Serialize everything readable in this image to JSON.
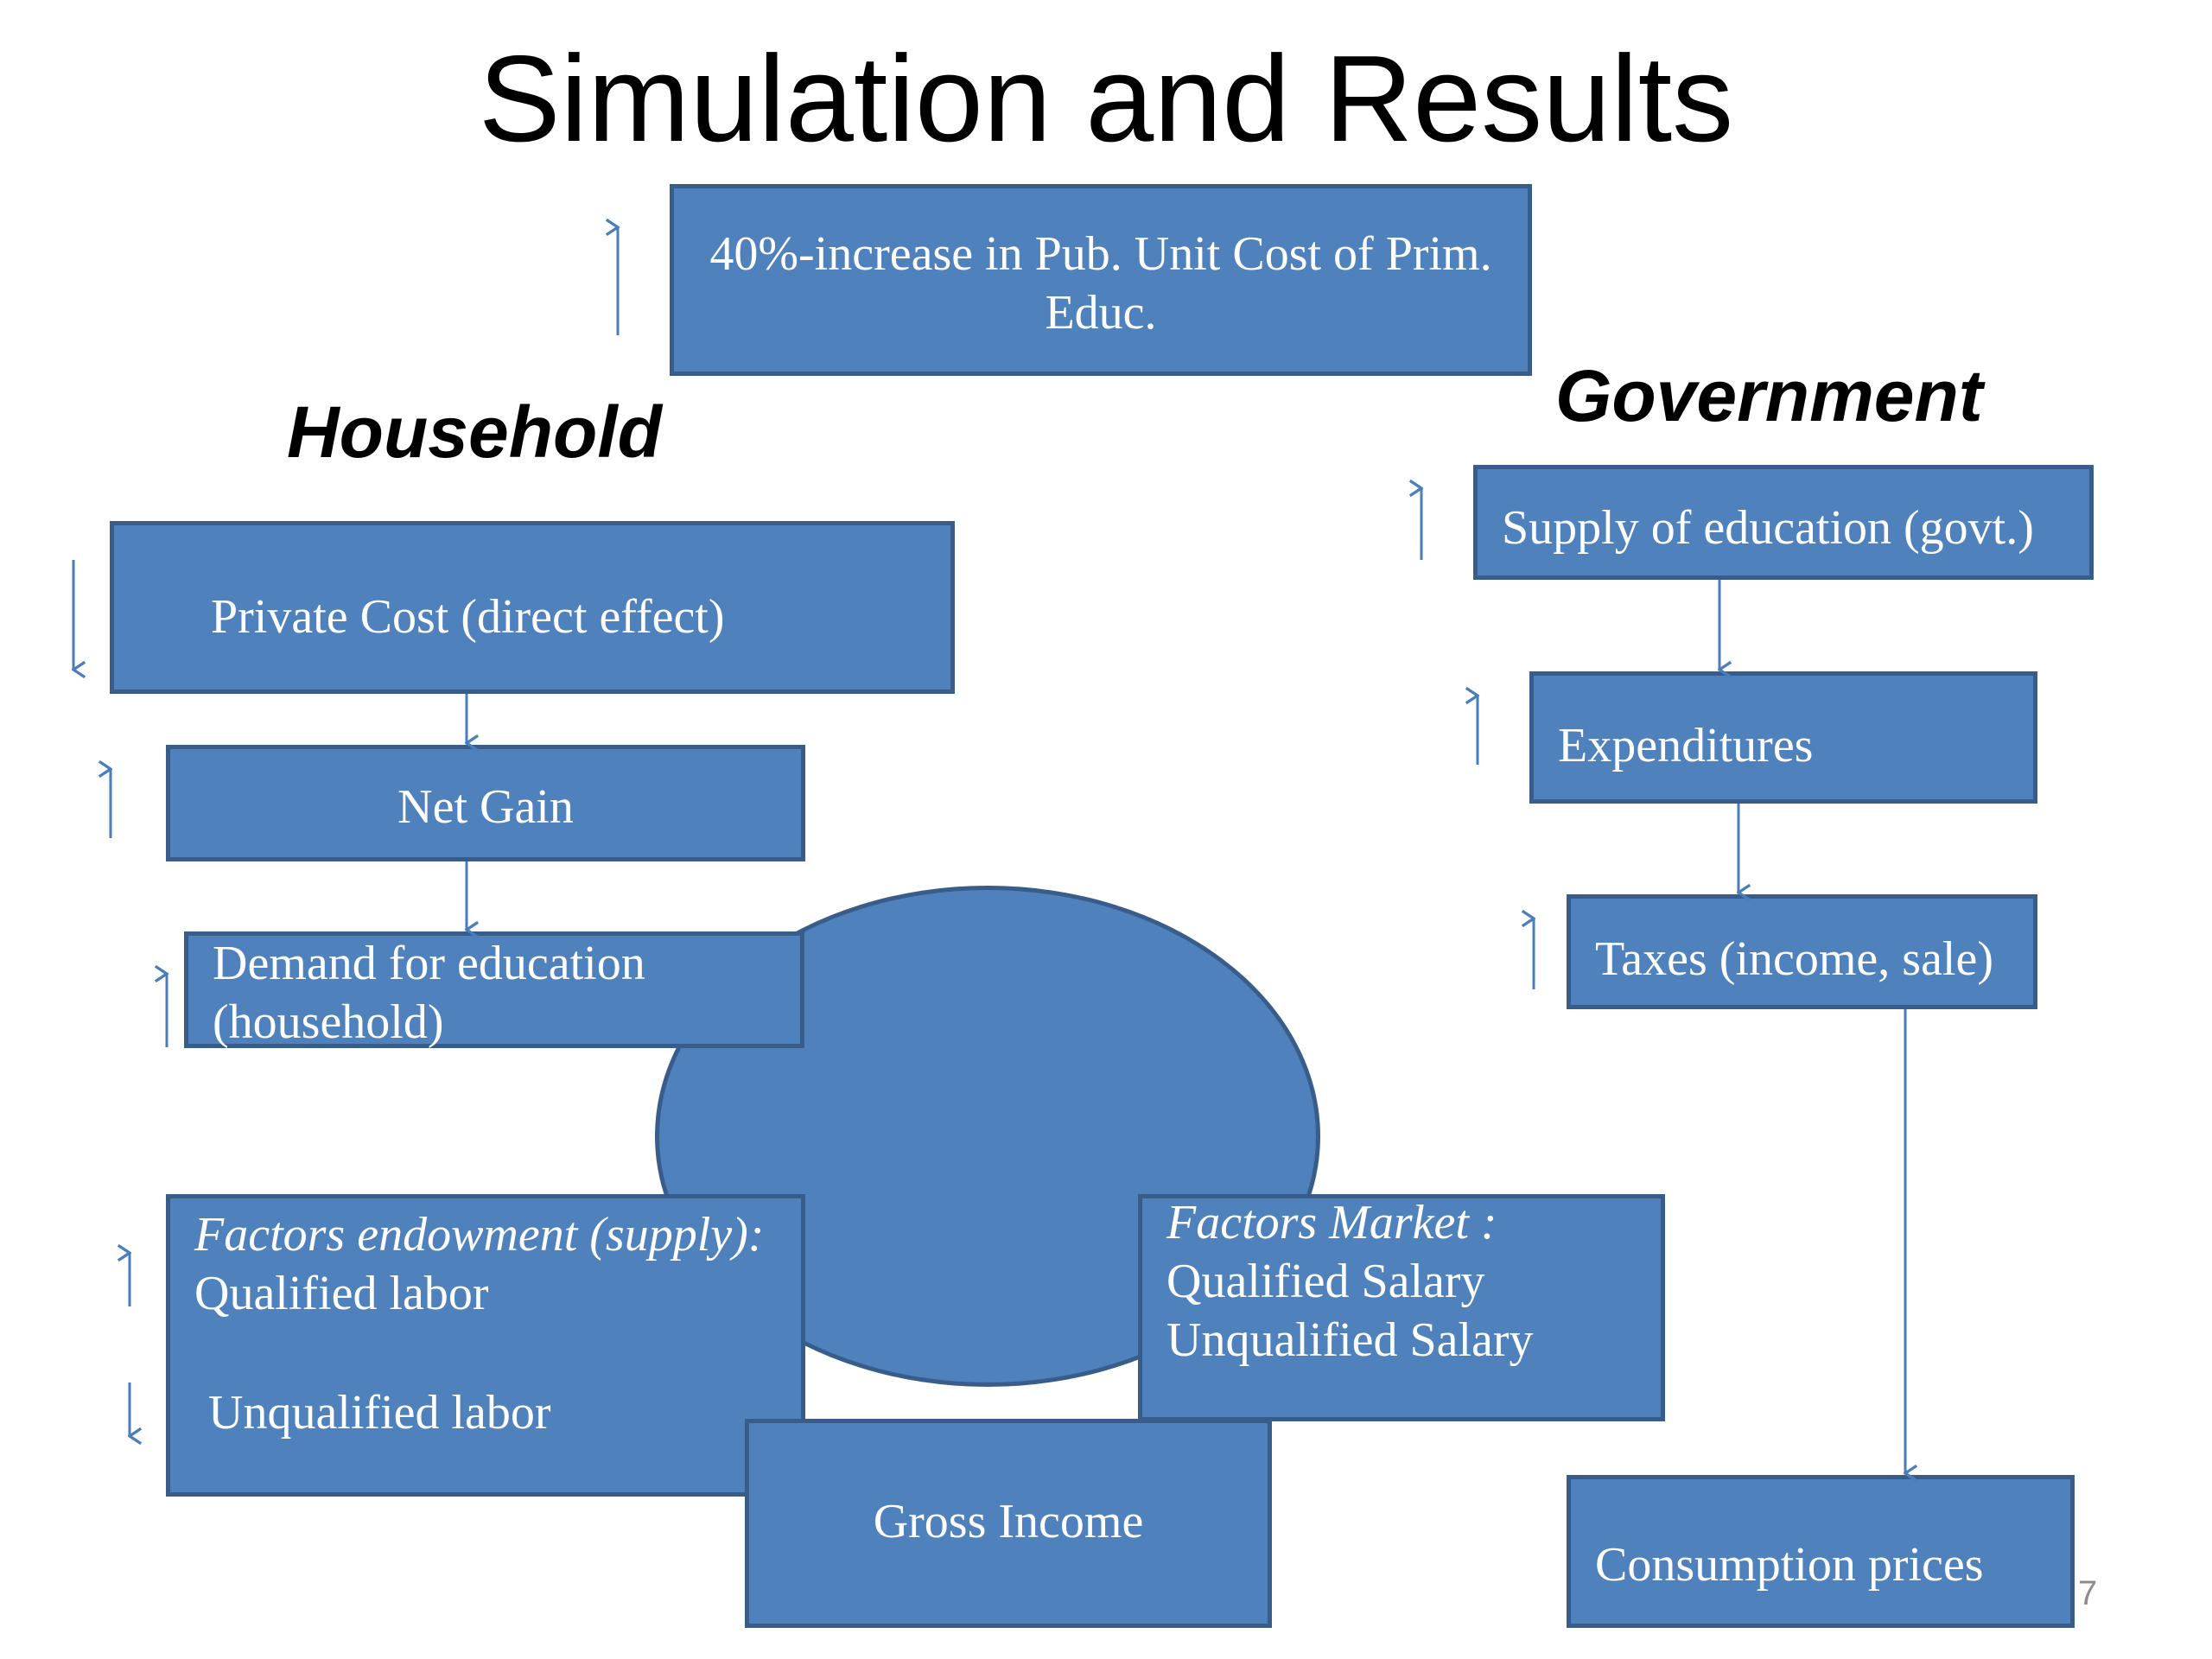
{
  "title": "Simulation and Results",
  "headings": {
    "household": "Household",
    "government": "Government"
  },
  "boxes": {
    "shock": [
      "40%-increase in Pub. Unit Cost of Prim.",
      "Educ."
    ],
    "private_cost": "Private Cost (direct effect)",
    "net_gain": "Net Gain",
    "demand": [
      "Demand for education",
      "(household)"
    ],
    "factors_endowment": {
      "heading": "Factors endowment (supply):",
      "qualified": "Qualified labor",
      "unqualified": "Unqualified labor"
    },
    "factors_market": {
      "heading": "Factors Market :",
      "qualified": "Qualified Salary",
      "unqualified": "Unqualified Salary"
    },
    "gross_income": "Gross Income",
    "supply_govt": "Supply of education (govt.)",
    "expenditures": "Expenditures",
    "taxes": "Taxes (income, sale)",
    "consumption_prices": "Consumption prices"
  },
  "indicators": {
    "shock": "up",
    "private_cost": "down",
    "net_gain": "up",
    "demand": "up",
    "qualified_labor": "up",
    "unqualified_labor": "down",
    "supply_govt": "up",
    "expenditures": "up",
    "taxes": "up"
  },
  "colors": {
    "box_fill": "#4f81bd",
    "box_border": "#385d8a",
    "arrow": "#4a7ebb",
    "text_on_box": "#ffffff"
  },
  "page_number": "7"
}
